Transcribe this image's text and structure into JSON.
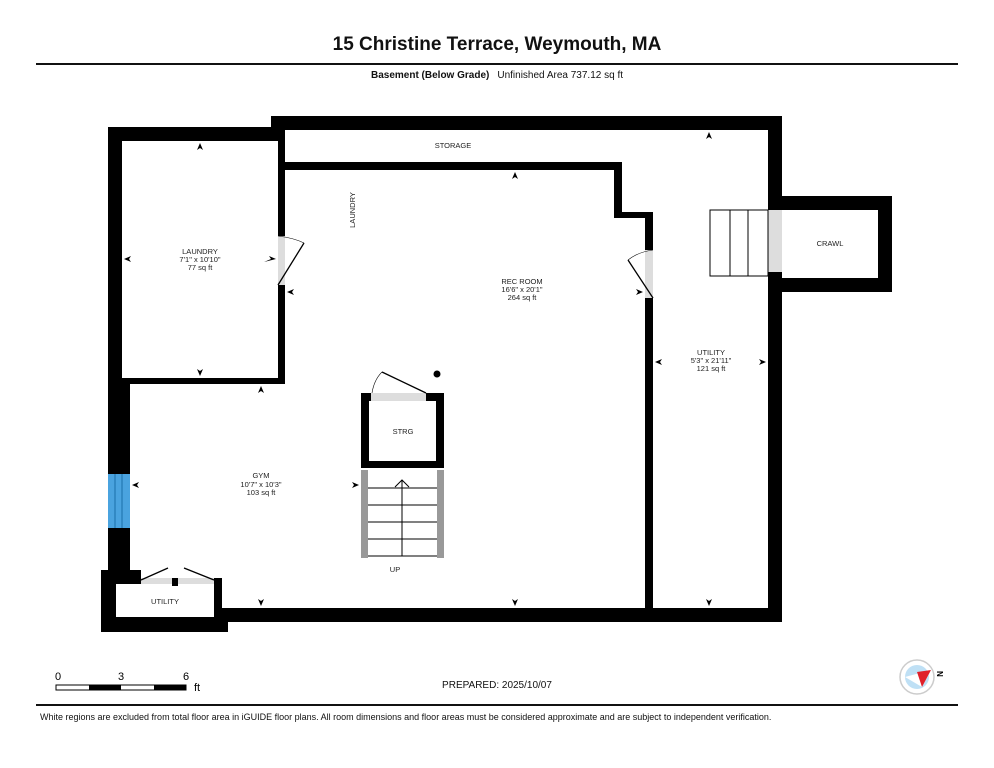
{
  "header": {
    "title": "15 Christine Terrace, Weymouth, MA",
    "floor": "Basement (Below Grade)",
    "area": "Unfinished Area 737.12 sq ft"
  },
  "rooms": {
    "laundry": {
      "name": "LAUNDRY",
      "dims": "7'1\" x 10'10\"",
      "area": "77 sq ft"
    },
    "laundry_label": "LAUNDRY",
    "storage": "STORAGE",
    "rec": {
      "name": "REC ROOM",
      "dims": "16'6\" x 20'1\"",
      "area": "264 sq ft"
    },
    "utility": {
      "name": "UTILITY",
      "dims": "5'3\" x 21'11\"",
      "area": "121 sq ft"
    },
    "crawl": "CRAWL",
    "strg": "STRG",
    "gym": {
      "name": "GYM",
      "dims": "10'7\" x 10'3\"",
      "area": "103 sq ft"
    },
    "utility_small": "UTILITY",
    "up": "UP"
  },
  "scale": {
    "ticks": [
      "0",
      "3",
      "6"
    ],
    "unit": "ft"
  },
  "compass": {
    "label": "N"
  },
  "prepared": "PREPARED: 2025/10/07",
  "footer": "White regions are excluded from total floor area in iGUIDE floor plans. All room dimensions and floor areas must be considered approximate and are subject to independent verification.",
  "colors": {
    "wall": "#000000",
    "door": "#dddddd",
    "window": "#4aa3df",
    "compass_red": "#e0202a",
    "compass_blue": "#bfe0f5"
  }
}
